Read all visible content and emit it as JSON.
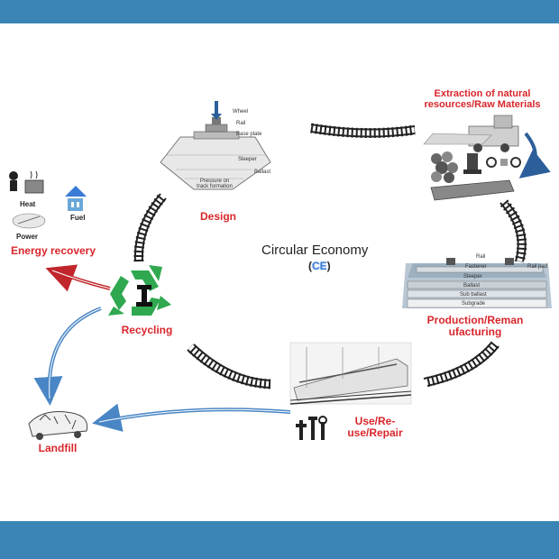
{
  "center": {
    "title": "Circular Economy",
    "abbr_open": "(",
    "abbr": "CE",
    "abbr_close": ")"
  },
  "stages": {
    "extraction": {
      "line1": "Extraction of natural",
      "line2": "resources/Raw Materials"
    },
    "design": {
      "label": "Design",
      "small_labels": [
        "Wheel",
        "Rail",
        "Base plate",
        "Sleeper",
        "Ballast",
        "Pressure on track formation"
      ]
    },
    "production": {
      "line1": "Production/Reman",
      "line2": "ufacturing",
      "small_labels": [
        "Rail",
        "Fastener",
        "Rail pad",
        "Sleeper",
        "Ballast",
        "Sub ballast",
        "Subgrade"
      ]
    },
    "use": {
      "line1": "Use/Re-",
      "line2": "use/Repair"
    },
    "recycling": {
      "label": "Recycling"
    },
    "energy": {
      "label": "Energy recovery",
      "heat": "Heat",
      "fuel": "Fuel",
      "power": "Power"
    },
    "landfill": {
      "label": "Landfill"
    }
  },
  "colors": {
    "band": "#3a85b5",
    "stage_label": "#d9262b",
    "recycle_green": "#2fa84f",
    "arrow_red": "#c0262b",
    "arrow_blue": "#4a86c5",
    "ce_blue": "#3a7bd5"
  }
}
